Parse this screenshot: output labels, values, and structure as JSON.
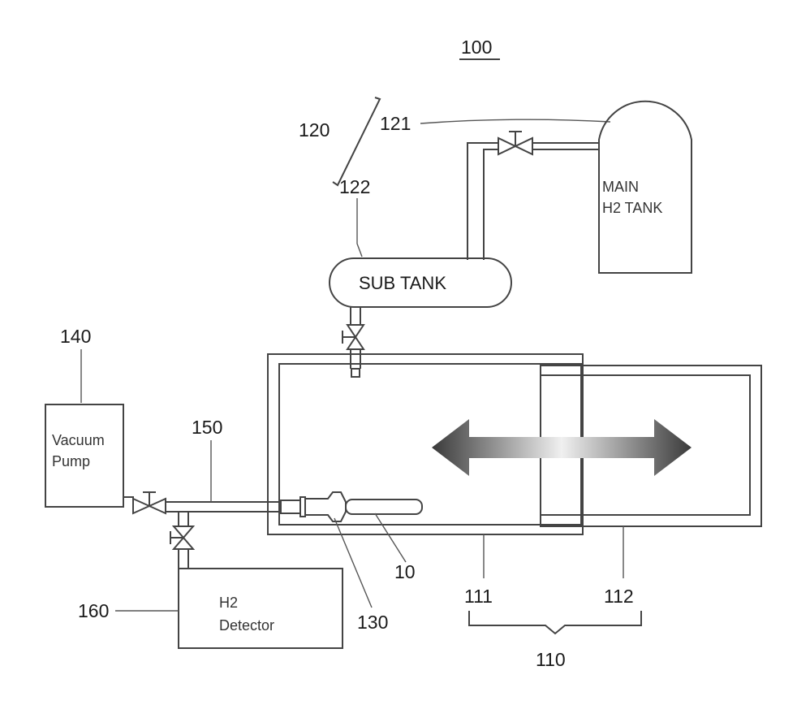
{
  "figure_ref": "100",
  "labels": {
    "r120": "120",
    "r121": "121",
    "r122": "122",
    "r140": "140",
    "r150": "150",
    "r160": "160",
    "r10": "10",
    "r130": "130",
    "r111": "111",
    "r112": "112",
    "r110": "110"
  },
  "components": {
    "main_tank": {
      "line1": "MAIN",
      "line2": "H2 TANK"
    },
    "sub_tank": "SUB TANK",
    "vacuum_pump": {
      "line1": "Vacuum",
      "line2": "Pump"
    },
    "h2_detector": {
      "line1": "H2",
      "line2": "Detector"
    }
  },
  "colors": {
    "ink": "#444444",
    "arrow_dark": "#3a3a3a",
    "arrow_light": "#f0f0f0"
  }
}
